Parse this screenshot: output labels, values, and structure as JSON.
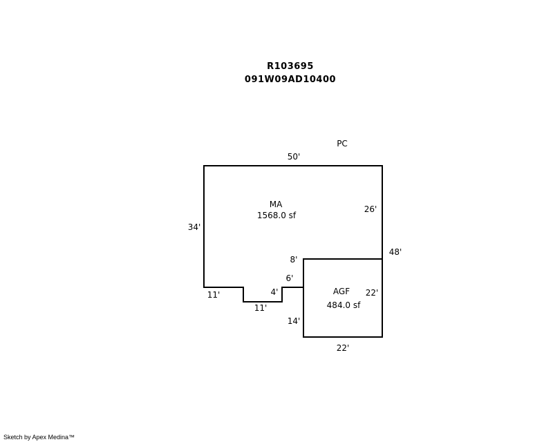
{
  "header": {
    "account": "R103695",
    "parcel": "091W09AD10400"
  },
  "label_pc": "PC",
  "areas": {
    "ma": {
      "code": "MA",
      "size": "1568.0 sf"
    },
    "agf": {
      "code": "AGF",
      "size": "484.0 sf"
    }
  },
  "dimensions": {
    "ma_top": "50'",
    "ma_left": "34'",
    "ma_right": "26'",
    "overall_right": "48'",
    "bottom_left": "11'",
    "notch_bottom": "11'",
    "notch_right": "4'",
    "step": "6'",
    "agf_top_left": "8'",
    "agf_left": "14'",
    "agf_right": "22'",
    "agf_bottom": "22'"
  },
  "footer": "Sketch by Apex Medina™",
  "colors": {
    "line": "#000000",
    "background": "#ffffff"
  }
}
